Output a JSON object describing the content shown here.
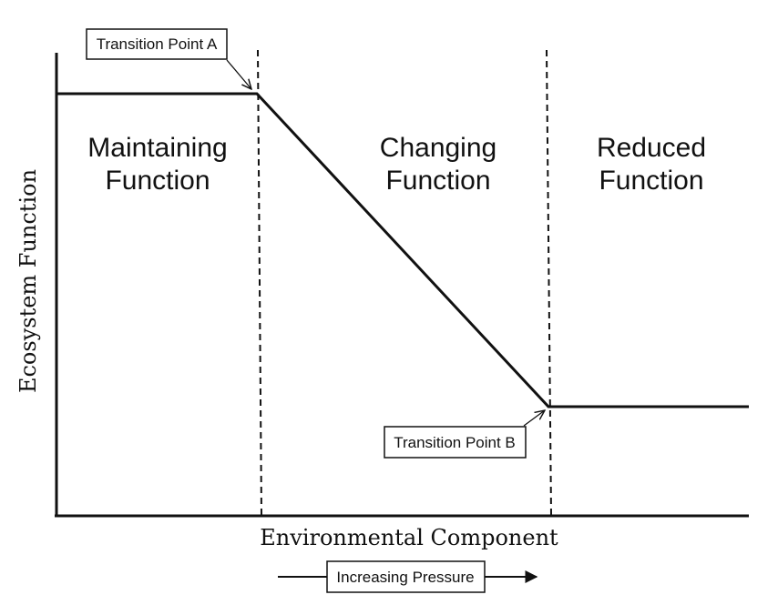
{
  "diagram": {
    "y_axis_label": "Ecosystem Function",
    "x_axis_label": "Environmental Component",
    "regions": [
      {
        "line1": "Maintaining",
        "line2": "Function"
      },
      {
        "line1": "Changing",
        "line2": "Function"
      },
      {
        "line1": "Reduced",
        "line2": "Function"
      }
    ],
    "transition_a": "Transition Point A",
    "transition_b": "Transition Point B",
    "pressure_label": "Increasing Pressure",
    "line_color": "#111111",
    "background": "#ffffff"
  }
}
